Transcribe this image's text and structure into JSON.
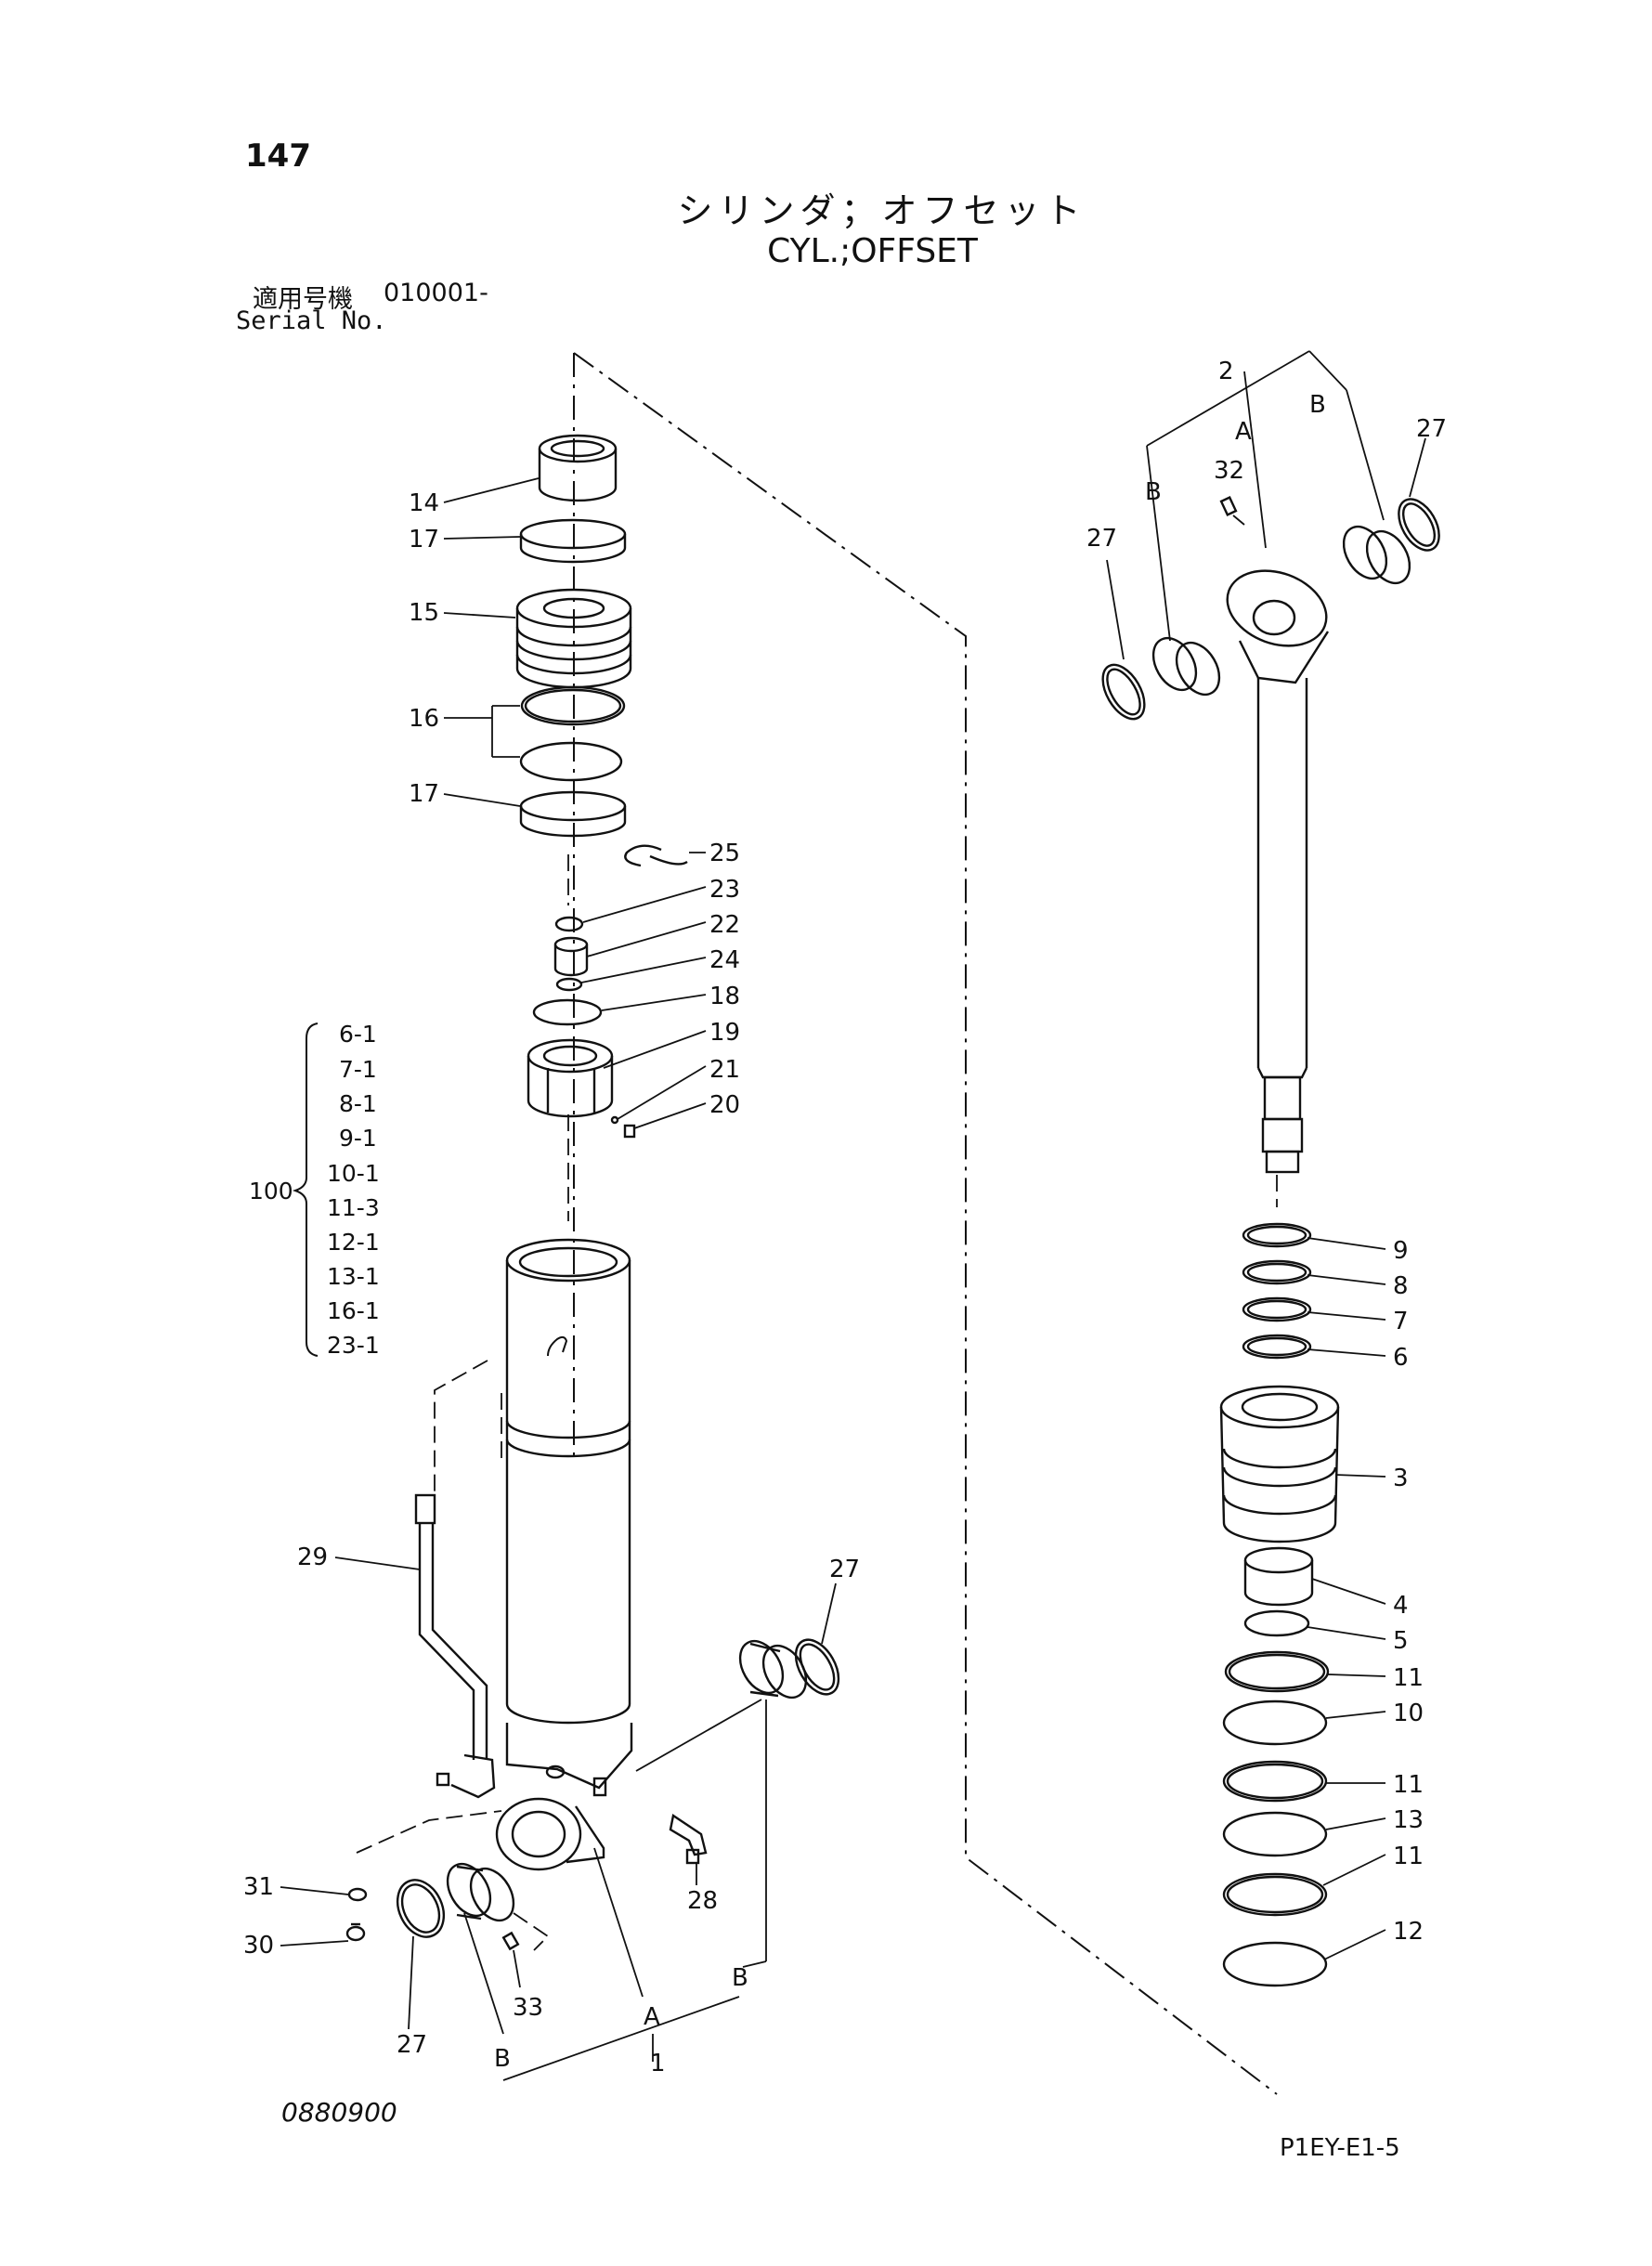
{
  "page_number": "147",
  "title_jp": "シリンダ；オフセット",
  "title_en": "CYL.;OFFSET",
  "serial_label_jp": "適用号機",
  "serial_value": "010001-",
  "serial_label_en": "Serial No.",
  "drawing_number": "0880900",
  "sheet_code": "P1EY-E1-5",
  "kit": {
    "label": "100",
    "items": [
      "6-1",
      "7-1",
      "8-1",
      "9-1",
      "10-1",
      "11-3",
      "12-1",
      "13-1",
      "16-1",
      "23-1"
    ]
  },
  "callouts": {
    "c14": "14",
    "c17a": "17",
    "c15": "15",
    "c16": "16",
    "c17b": "17",
    "c25": "25",
    "c23": "23",
    "c22": "22",
    "c24": "24",
    "c18": "18",
    "c19": "19",
    "c21": "21",
    "c20": "20",
    "c29": "29",
    "c27a": "27",
    "c31": "31",
    "c30": "30",
    "c28": "28",
    "c33": "33",
    "c27b": "27",
    "cA1": "A",
    "cB1": "B",
    "cB2": "B",
    "c1": "1",
    "c2": "2",
    "cA2": "A",
    "cB3": "B",
    "cB4": "B",
    "c27c": "27",
    "c32": "32",
    "c27d": "27",
    "c9": "9",
    "c8": "8",
    "c7": "7",
    "c6": "6",
    "c3": "3",
    "c4": "4",
    "c5": "5",
    "c11a": "11",
    "c10": "10",
    "c11b": "11",
    "c13": "13",
    "c11c": "11",
    "c12": "12"
  }
}
